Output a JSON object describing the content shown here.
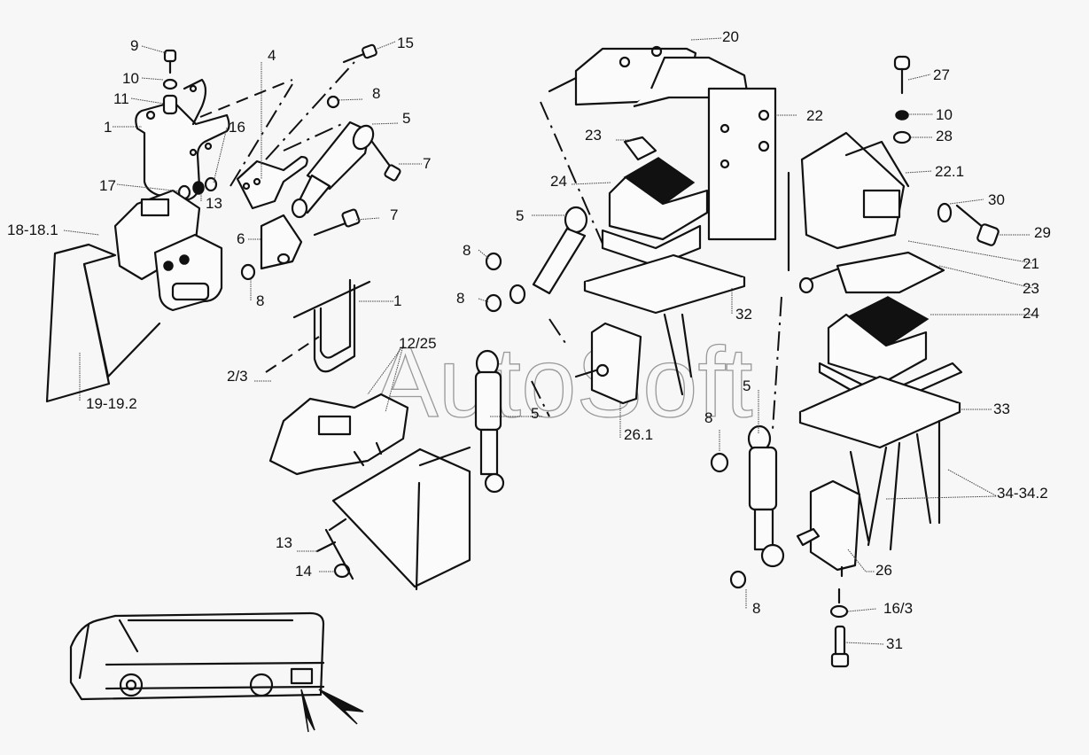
{
  "title": "Engine mount and shock absorber assembly — exploded parts diagram",
  "watermark": "AutoSoft",
  "callouts": [
    {
      "id": "c9",
      "text": "9"
    },
    {
      "id": "c10a",
      "text": "10"
    },
    {
      "id": "c11",
      "text": "11"
    },
    {
      "id": "c1a",
      "text": "1"
    },
    {
      "id": "c16",
      "text": "16"
    },
    {
      "id": "c17",
      "text": "17"
    },
    {
      "id": "c13a",
      "text": "13"
    },
    {
      "id": "c18",
      "text": "18-18.1"
    },
    {
      "id": "c19",
      "text": "19-19.2"
    },
    {
      "id": "c4",
      "text": "4"
    },
    {
      "id": "c15",
      "text": "15"
    },
    {
      "id": "c8a",
      "text": "8"
    },
    {
      "id": "c5a",
      "text": "5"
    },
    {
      "id": "c7a",
      "text": "7"
    },
    {
      "id": "c7b",
      "text": "7"
    },
    {
      "id": "c6",
      "text": "6"
    },
    {
      "id": "c8b",
      "text": "8"
    },
    {
      "id": "c1b",
      "text": "1"
    },
    {
      "id": "c1225",
      "text": "12/25"
    },
    {
      "id": "c23s",
      "text": "2/3"
    },
    {
      "id": "c13b",
      "text": "13"
    },
    {
      "id": "c14",
      "text": "14"
    },
    {
      "id": "c20",
      "text": "20"
    },
    {
      "id": "c22",
      "text": "22"
    },
    {
      "id": "c23a",
      "text": "23"
    },
    {
      "id": "c24a",
      "text": "24"
    },
    {
      "id": "c5b",
      "text": "5"
    },
    {
      "id": "c8c",
      "text": "8"
    },
    {
      "id": "c8d",
      "text": "8"
    },
    {
      "id": "c32",
      "text": "32"
    },
    {
      "id": "c5c",
      "text": "5"
    },
    {
      "id": "c261",
      "text": "26.1"
    },
    {
      "id": "c27",
      "text": "27"
    },
    {
      "id": "c10b",
      "text": "10"
    },
    {
      "id": "c28",
      "text": "28"
    },
    {
      "id": "c221",
      "text": "22.1"
    },
    {
      "id": "c30",
      "text": "30"
    },
    {
      "id": "c29",
      "text": "29"
    },
    {
      "id": "c21",
      "text": "21"
    },
    {
      "id": "c23b",
      "text": "23"
    },
    {
      "id": "c24b",
      "text": "24"
    },
    {
      "id": "c5d",
      "text": "5"
    },
    {
      "id": "c8e",
      "text": "8"
    },
    {
      "id": "c33",
      "text": "33"
    },
    {
      "id": "c34",
      "text": "34-34.2"
    },
    {
      "id": "c26",
      "text": "26"
    },
    {
      "id": "c8f",
      "text": "8"
    },
    {
      "id": "c163",
      "text": "16/3"
    },
    {
      "id": "c31",
      "text": "31"
    }
  ],
  "locator": {
    "label": "Vehicle location view (coach, rear engine compartment)"
  }
}
